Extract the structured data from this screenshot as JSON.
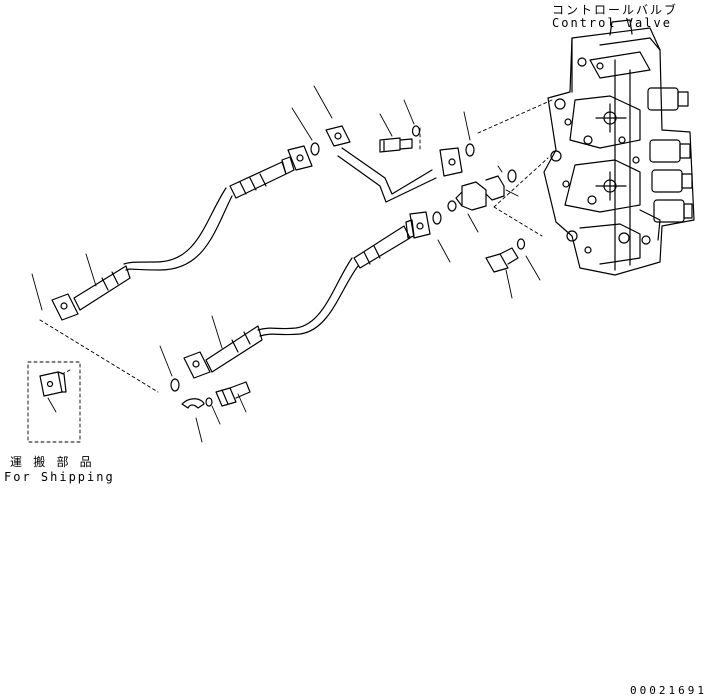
{
  "control_valve": {
    "label_jp": "コントロールバルブ",
    "label_en": "Control Valve"
  },
  "shipping": {
    "label_jp": "運 搬 部 品",
    "label_en": "For Shipping"
  },
  "drawing_code": "00021691",
  "colors": {
    "line": "#000000",
    "background": "#ffffff"
  }
}
